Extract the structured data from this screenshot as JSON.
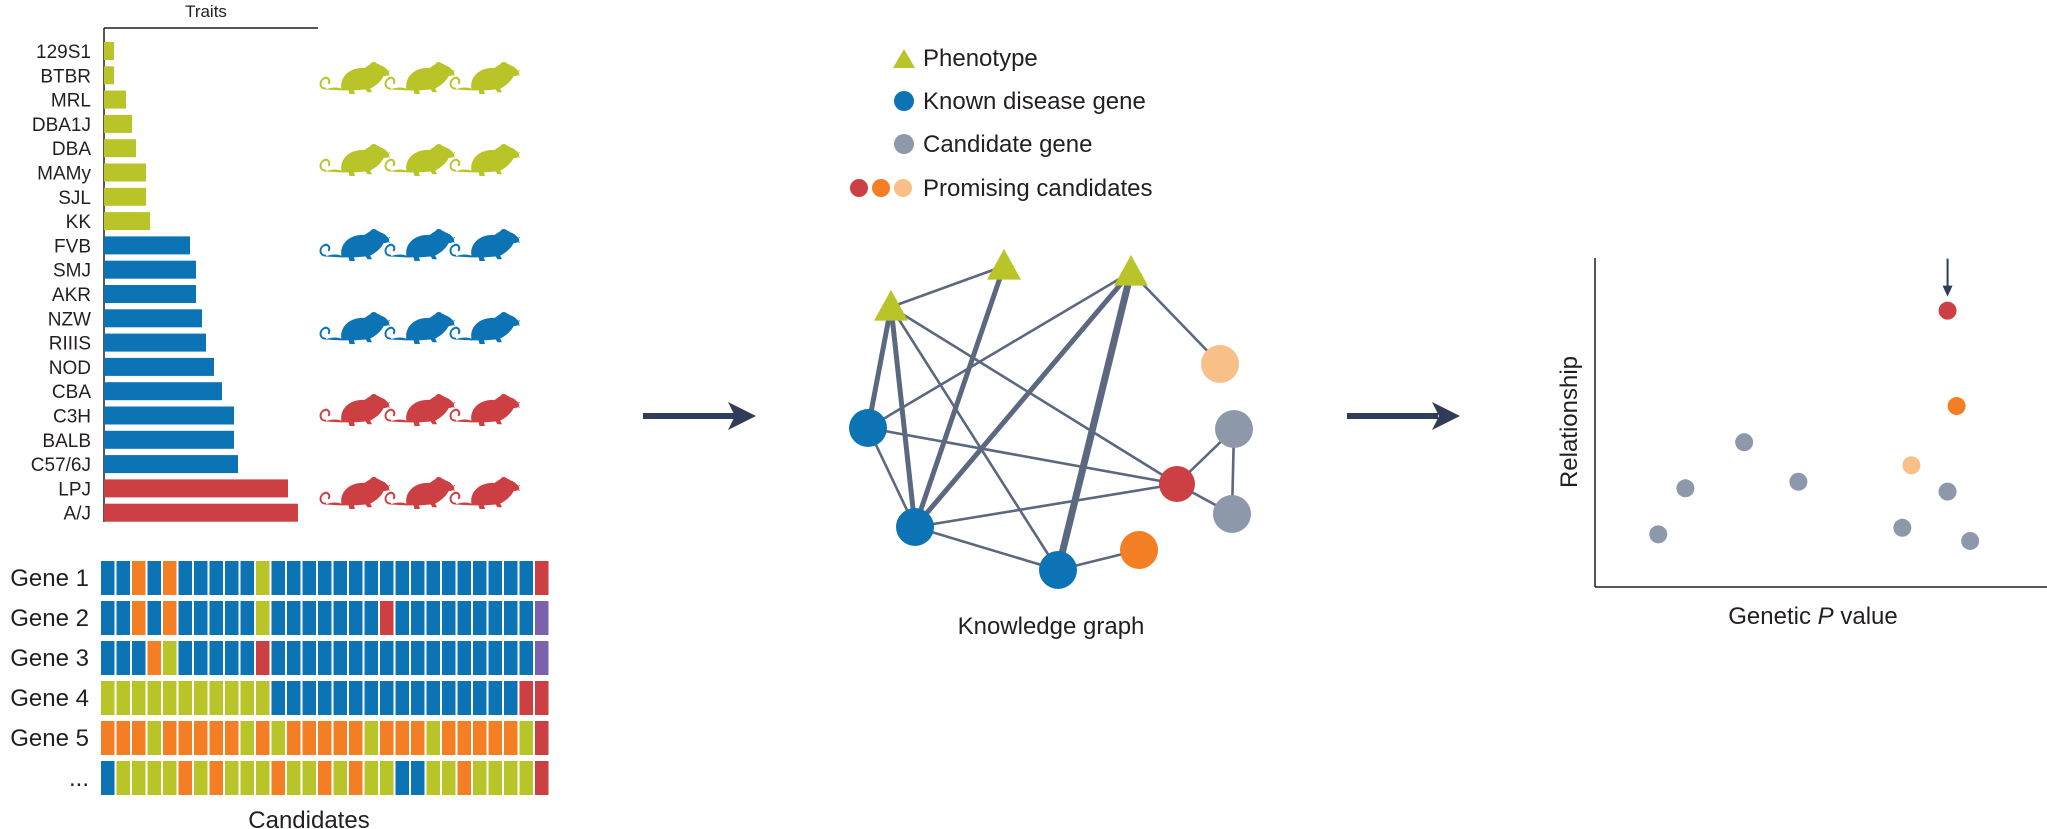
{
  "colors": {
    "green": "#b9c428",
    "blue": "#0c73b4",
    "red": "#cc3f43",
    "orange": "#f37e23",
    "peach": "#f8bf88",
    "purple": "#7c62ad",
    "grey": "#8d98ab",
    "edge": "#5b6880",
    "arrow": "#2f3e58"
  },
  "panel_a": {
    "traits_label": "Traits",
    "candidates_label": "Candidates",
    "strains": [
      {
        "name": "129S1",
        "value": 1.0,
        "group": "green"
      },
      {
        "name": "BTBR",
        "value": 1.0,
        "group": "green"
      },
      {
        "name": "MRL",
        "value": 2.2,
        "group": "green"
      },
      {
        "name": "DBA1J",
        "value": 2.8,
        "group": "green"
      },
      {
        "name": "DBA",
        "value": 3.2,
        "group": "green"
      },
      {
        "name": "MAMy",
        "value": 4.2,
        "group": "green"
      },
      {
        "name": "SJL",
        "value": 4.2,
        "group": "green"
      },
      {
        "name": "KK",
        "value": 4.6,
        "group": "green"
      },
      {
        "name": "FVB",
        "value": 8.6,
        "group": "blue"
      },
      {
        "name": "SMJ",
        "value": 9.2,
        "group": "blue"
      },
      {
        "name": "AKR",
        "value": 9.2,
        "group": "blue"
      },
      {
        "name": "NZW",
        "value": 9.8,
        "group": "blue"
      },
      {
        "name": "RIIIS",
        "value": 10.2,
        "group": "blue"
      },
      {
        "name": "NOD",
        "value": 11.0,
        "group": "blue"
      },
      {
        "name": "CBA",
        "value": 11.8,
        "group": "blue"
      },
      {
        "name": "C3H",
        "value": 13.0,
        "group": "blue"
      },
      {
        "name": "BALB",
        "value": 13.0,
        "group": "blue"
      },
      {
        "name": "C57/6J",
        "value": 13.4,
        "group": "blue"
      },
      {
        "name": "LPJ",
        "value": 18.4,
        "group": "red"
      },
      {
        "name": "A/J",
        "value": 19.4,
        "group": "red"
      }
    ],
    "mouse_rows": [
      "green",
      "green",
      "blue",
      "blue",
      "red",
      "red"
    ],
    "genes": [
      {
        "label": "Gene 1",
        "cells": "BBOBOBBBBBGBBBBBBBBBBBBBBBBBR"
      },
      {
        "label": "Gene 2",
        "cells": "BBOBOBBBBBGBBBBBBBRBBBBBBBBBP"
      },
      {
        "label": "Gene 3",
        "cells": "BBBOGBBBBBRBBBBBBBBBBBBBBBBBP"
      },
      {
        "label": "Gene 4",
        "cells": "GGGGGGGGGGGBBBBBBBBBBBBBBBBRR"
      },
      {
        "label": "Gene 5",
        "cells": "OOOGOOOOOGOGOOOOOGOOOGOOOOOGR"
      },
      {
        "label": "...",
        "cells": "BGGGGOGOGGGOGGOGOGGBBGGOGGGGR"
      }
    ]
  },
  "panel_b": {
    "legend": [
      {
        "kind": "triangle",
        "label": "Phenotype"
      },
      {
        "kind": "circle-blue",
        "label": "Known disease gene"
      },
      {
        "kind": "circle-grey",
        "label": "Candidate gene"
      },
      {
        "kind": "circle-promising",
        "label": "Promising candidates"
      }
    ],
    "graph_label": "Knowledge graph",
    "nodes": [
      {
        "id": "t1",
        "kind": "triangle",
        "color": "green"
      },
      {
        "id": "t2",
        "kind": "triangle",
        "color": "green"
      },
      {
        "id": "t3",
        "kind": "triangle",
        "color": "green"
      },
      {
        "id": "b1",
        "kind": "circle",
        "color": "blue"
      },
      {
        "id": "b2",
        "kind": "circle",
        "color": "blue"
      },
      {
        "id": "b3",
        "kind": "circle",
        "color": "blue"
      },
      {
        "id": "peach",
        "kind": "circle",
        "color": "peach"
      },
      {
        "id": "g1",
        "kind": "circle",
        "color": "grey"
      },
      {
        "id": "g2",
        "kind": "circle",
        "color": "grey"
      },
      {
        "id": "red",
        "kind": "circle",
        "color": "red"
      },
      {
        "id": "orange",
        "kind": "circle",
        "color": "orange"
      }
    ],
    "edges": [
      {
        "from": "t1",
        "to": "t2",
        "weight": 1
      },
      {
        "from": "t1",
        "to": "b1",
        "weight": 2
      },
      {
        "from": "t1",
        "to": "b2",
        "weight": 2
      },
      {
        "from": "t1",
        "to": "b3",
        "weight": 1
      },
      {
        "from": "t1",
        "to": "red",
        "weight": 1
      },
      {
        "from": "t2",
        "to": "b2",
        "weight": 2
      },
      {
        "from": "t3",
        "to": "b2",
        "weight": 2
      },
      {
        "from": "t3",
        "to": "b3",
        "weight": 3
      },
      {
        "from": "t3",
        "to": "b1",
        "weight": 1
      },
      {
        "from": "t3",
        "to": "peach",
        "weight": 1
      },
      {
        "from": "b1",
        "to": "b2",
        "weight": 1
      },
      {
        "from": "b1",
        "to": "red",
        "weight": 1
      },
      {
        "from": "b2",
        "to": "b3",
        "weight": 1
      },
      {
        "from": "b2",
        "to": "red",
        "weight": 1
      },
      {
        "from": "b3",
        "to": "orange",
        "weight": 1
      },
      {
        "from": "red",
        "to": "g1",
        "weight": 1
      },
      {
        "from": "red",
        "to": "g2",
        "weight": 1
      },
      {
        "from": "g1",
        "to": "g2",
        "weight": 1
      }
    ]
  },
  "chart_data": {
    "type": "scatter",
    "title": "",
    "xlabel": "Genetic P value",
    "xlabel_prefix": "Genetic ",
    "xlabel_italic": "P",
    "xlabel_suffix": " value",
    "ylabel": "Relationship",
    "xlim": [
      0,
      100
    ],
    "ylim": [
      0,
      100
    ],
    "ticks": false,
    "grid": false,
    "highlight": "top red point marked by arrow",
    "points": [
      {
        "x": 14,
        "y": 16,
        "color": "grey"
      },
      {
        "x": 20,
        "y": 30,
        "color": "grey"
      },
      {
        "x": 33,
        "y": 44,
        "color": "grey"
      },
      {
        "x": 45,
        "y": 32,
        "color": "grey"
      },
      {
        "x": 68,
        "y": 18,
        "color": "grey"
      },
      {
        "x": 78,
        "y": 29,
        "color": "grey"
      },
      {
        "x": 83,
        "y": 14,
        "color": "grey"
      },
      {
        "x": 70,
        "y": 37,
        "color": "peach"
      },
      {
        "x": 80,
        "y": 55,
        "color": "orange"
      },
      {
        "x": 78,
        "y": 84,
        "color": "red",
        "marked": true
      }
    ]
  }
}
